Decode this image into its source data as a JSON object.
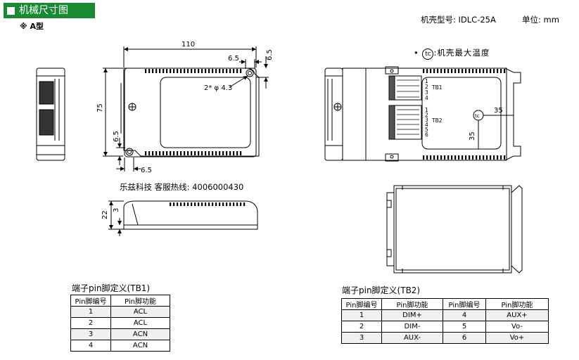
{
  "title": "机械尺寸图",
  "subtitle": "※ A型",
  "header": {
    "model_label": "机壳型号:",
    "model_value": "IDLC-25A",
    "unit_label": "单位:",
    "unit_value": "mm"
  },
  "tc_note": {
    "bullet": "•",
    "symbol": "tc",
    "text": ":机壳最大温度"
  },
  "hotline": "乐兹科技 客服热线: 4006000430",
  "dimensions": {
    "length": "110",
    "width": "75",
    "hole_offset_top": "6.5",
    "hole_offset_right": "6.5",
    "hole_offset_left": "6.5",
    "hole_offset_bottom": "6.5",
    "hole_spec": "2* φ 4.3",
    "height": "22",
    "base_height": "3",
    "tc_x": "35",
    "tc_y": "35"
  },
  "terminal_labels": {
    "tb1": "TB1",
    "tb2": "TB2",
    "tb1_pins": [
      "1",
      "2",
      "3",
      "4"
    ],
    "tb2_pins": [
      "1",
      "2",
      "3",
      "4",
      "5",
      "6"
    ],
    "tc_mark": "tc"
  },
  "tb1_table": {
    "caption": "端子pin脚定义(TB1)",
    "headers": [
      "Pin脚编号",
      "Pin脚功能"
    ],
    "rows": [
      [
        "1",
        "ACL"
      ],
      [
        "2",
        "ACL"
      ],
      [
        "3",
        "ACN"
      ],
      [
        "4",
        "ACN"
      ]
    ]
  },
  "tb2_table": {
    "caption": "端子pin脚定义(TB2)",
    "headers": [
      "Pin脚编号",
      "Pin脚功能",
      "Pin脚编号",
      "Pin脚功能"
    ],
    "rows": [
      [
        "1",
        "DIM+",
        "4",
        "AUX+"
      ],
      [
        "2",
        "DIM-",
        "5",
        "Vo-"
      ],
      [
        "3",
        "AUX-",
        "6",
        "Vo+"
      ]
    ]
  }
}
